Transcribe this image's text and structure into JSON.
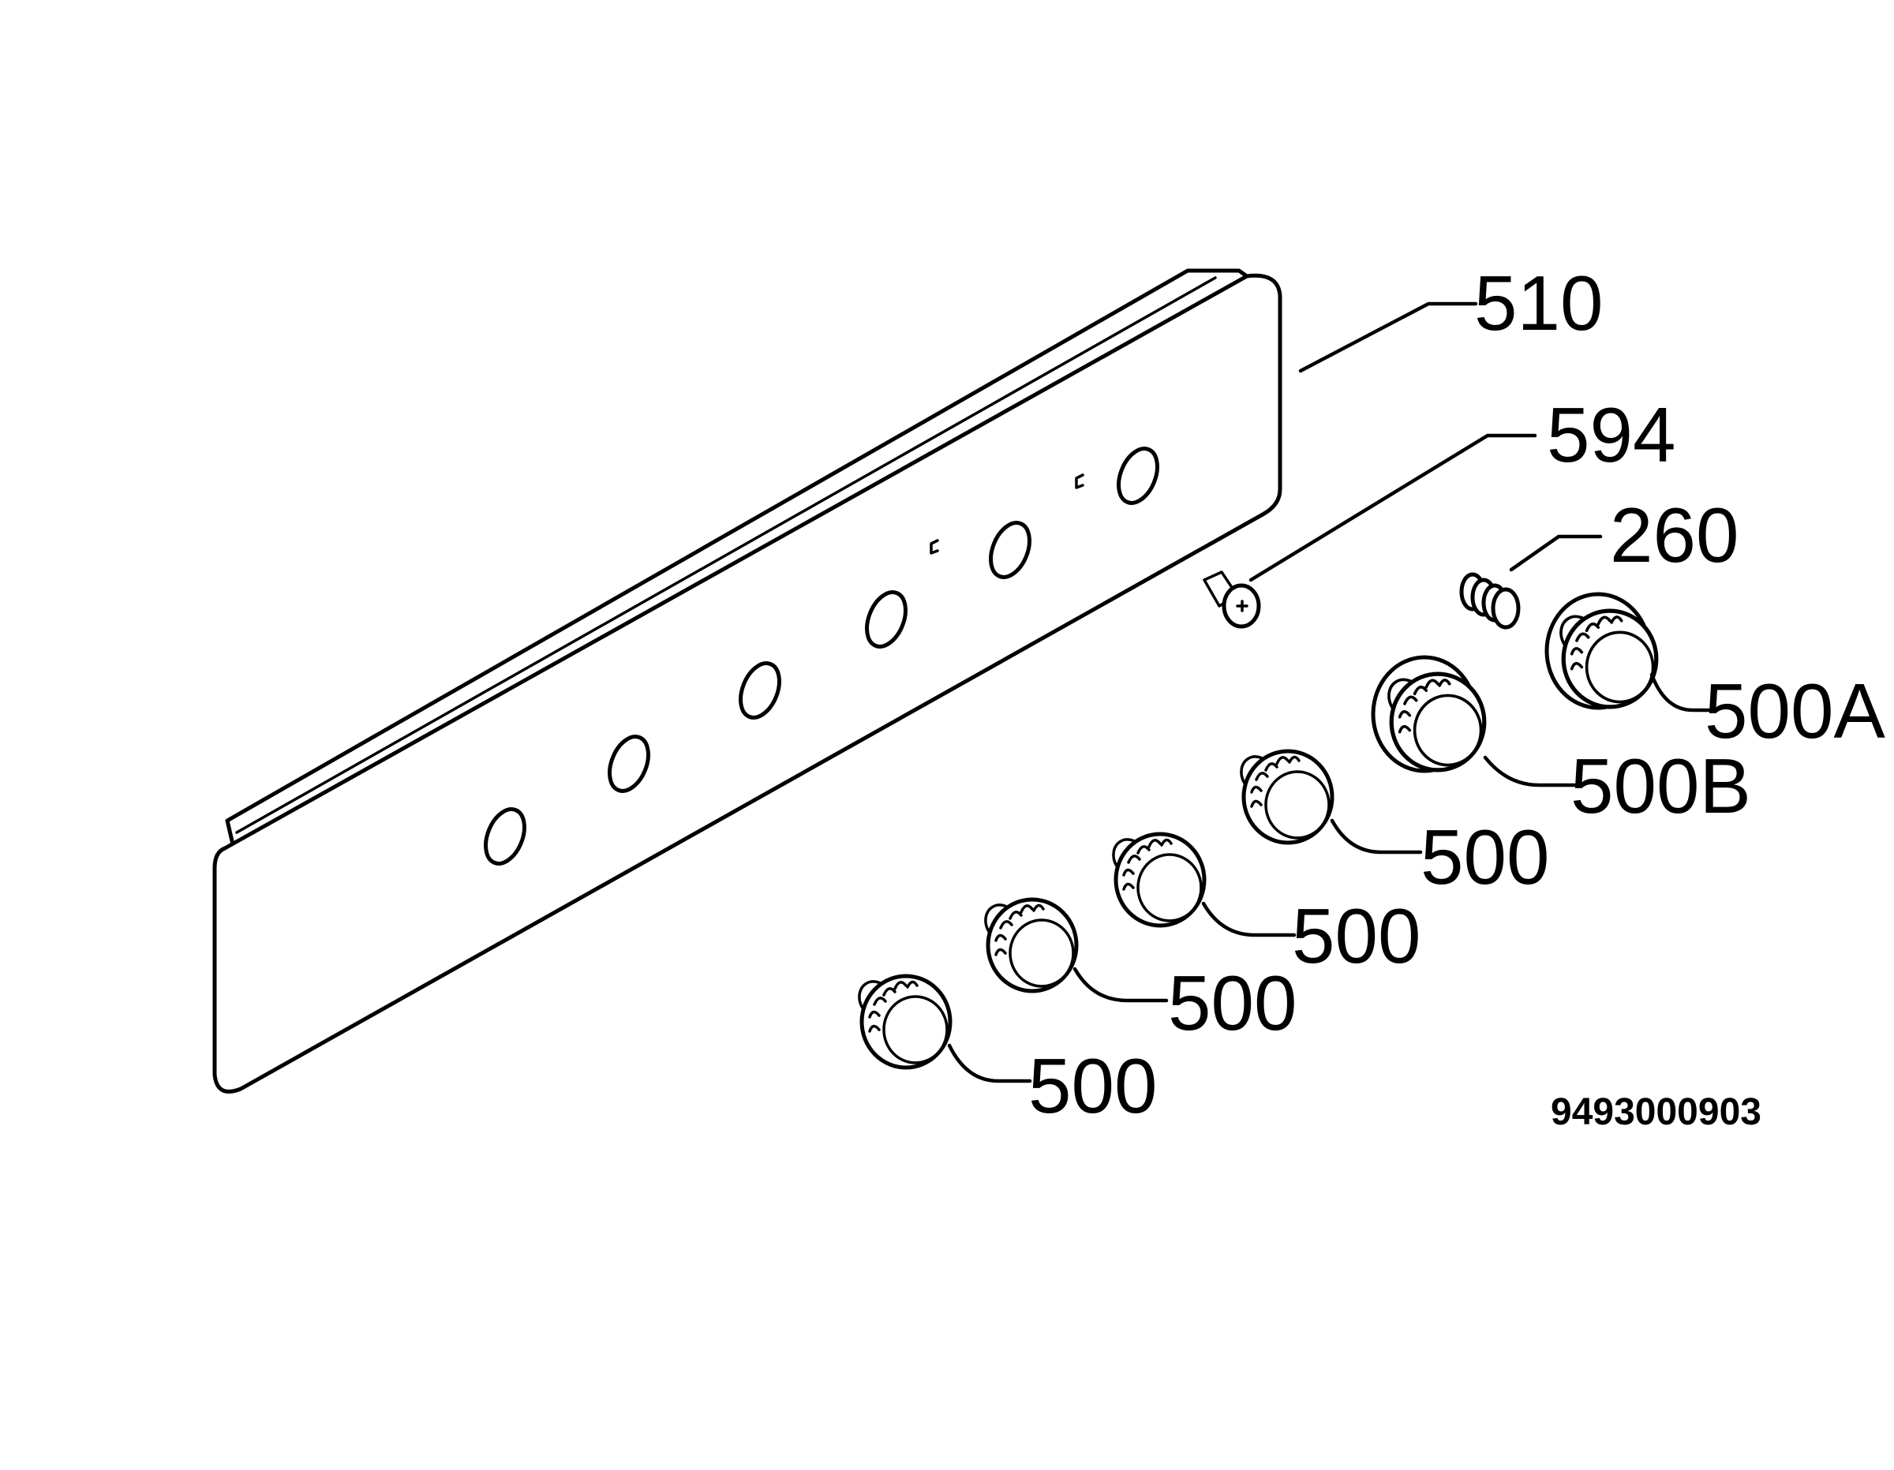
{
  "callouts": {
    "panel": "510",
    "screw": "594",
    "spring": "260",
    "knob_a": "500A",
    "knob_b": "500B",
    "knob_1": "500",
    "knob_2": "500",
    "knob_3": "500",
    "knob_4": "500"
  },
  "drawing_code": "9493000903"
}
